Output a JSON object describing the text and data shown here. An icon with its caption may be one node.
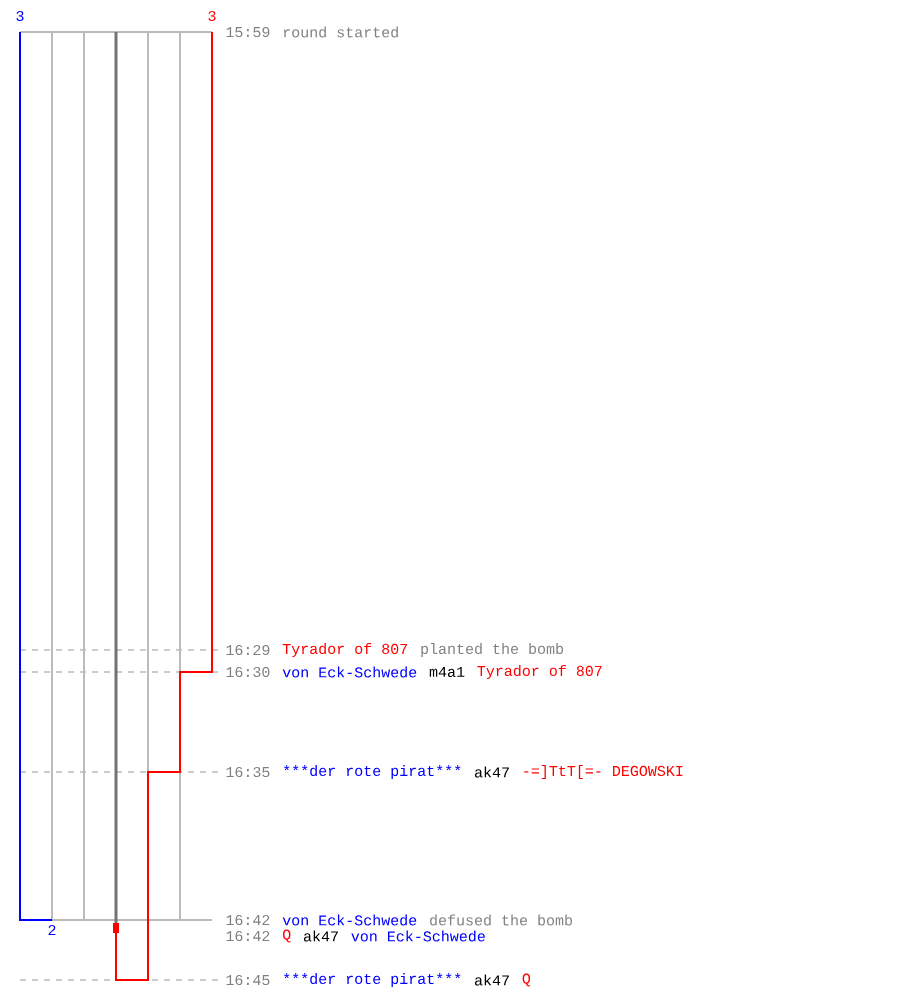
{
  "diagram": {
    "labels": [
      "3",
      "3",
      "2",
      "15:59",
      "round started",
      "16:29",
      "Tyrador of 807",
      "planted the bomb",
      "16:30",
      "von Eck-Schwede",
      "m4a1",
      "Tyrador of 807",
      "16:35",
      "***der rote pirat***",
      "ak47",
      "-=]TtT[=- DEGOWSKI",
      "16:42",
      "von Eck-Schwede",
      "defused the bomb",
      "16:42",
      "Q",
      "ak47",
      "von Eck-Schwede",
      "16:45",
      "***der rote pirat***",
      "ak47",
      "Q"
    ]
  }
}
